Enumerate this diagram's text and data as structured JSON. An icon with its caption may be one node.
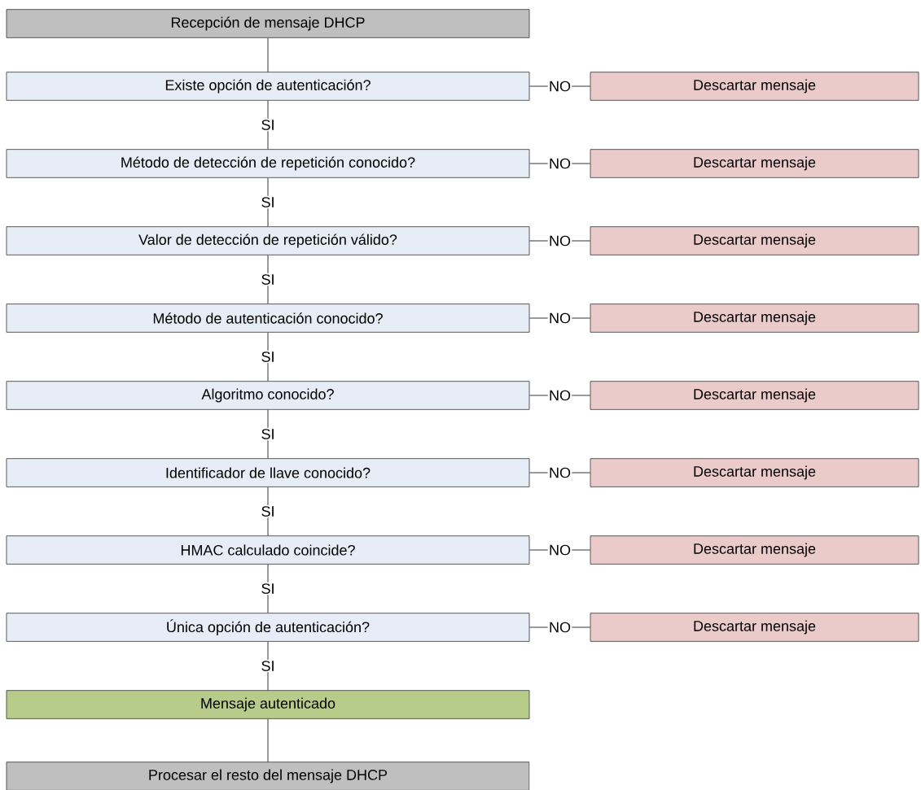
{
  "diagram": {
    "nodes": [
      {
        "text": [
          "Recepción de mensaje DHCP"
        ]
      },
      {
        "text": [
          "Existe opción de autenticación?"
        ]
      },
      {
        "text": [
          "Descartar mensaje"
        ]
      },
      {
        "text": [
          "Método de detección de repetición conocido?"
        ]
      },
      {
        "text": [
          "Descartar mensaje"
        ]
      },
      {
        "text": [
          "Valor de detección de repetición válido?"
        ]
      },
      {
        "text": [
          "Descartar mensaje"
        ]
      },
      {
        "text": [
          "Método de autenticación conocido?"
        ]
      },
      {
        "text": [
          "Descartar mensaje"
        ]
      },
      {
        "text": [
          "Algoritmo conocido?"
        ]
      },
      {
        "text": [
          "Descartar mensaje"
        ]
      },
      {
        "text": [
          "Identificador de llave conocido?"
        ]
      },
      {
        "text": [
          "Descartar mensaje"
        ]
      },
      {
        "text": [
          "HMAC calculado coincide?"
        ]
      },
      {
        "text": [
          "Descartar mensaje"
        ]
      },
      {
        "text": [
          "Única opción de autenticación?"
        ]
      },
      {
        "text": [
          "Descartar mensaje"
        ]
      },
      {
        "text": [
          "Mensaje autenticado"
        ]
      },
      {
        "text": [
          "Procesar el resto del mensaje DHCP"
        ]
      }
    ],
    "edges": [
      {
        "from": 0,
        "to": 1,
        "arrow": "none"
      },
      {
        "from": 1,
        "to": 2,
        "arrow": "none",
        "label": "NO"
      },
      {
        "from": 1,
        "to": 3,
        "arrow": "none",
        "label": "SI"
      },
      {
        "from": 3,
        "to": 4,
        "arrow": "none",
        "label": "NO"
      },
      {
        "from": 3,
        "to": 5,
        "arrow": "none",
        "label": "SI"
      },
      {
        "from": 5,
        "to": 6,
        "arrow": "none",
        "label": "NO"
      },
      {
        "from": 5,
        "to": 7,
        "arrow": "none",
        "label": "SI"
      },
      {
        "from": 7,
        "to": 8,
        "arrow": "none",
        "label": "NO"
      },
      {
        "from": 7,
        "to": 9,
        "arrow": "none",
        "label": "SI"
      },
      {
        "from": 9,
        "to": 10,
        "arrow": "none",
        "label": "NO"
      },
      {
        "from": 9,
        "to": 11,
        "arrow": "none",
        "label": "SI"
      },
      {
        "from": 11,
        "to": 12,
        "arrow": "none",
        "label": "NO"
      },
      {
        "from": 11,
        "to": 13,
        "arrow": "none",
        "label": "SI"
      },
      {
        "from": 13,
        "to": 14,
        "arrow": "none",
        "label": "NO"
      },
      {
        "from": 13,
        "to": 15,
        "arrow": "none",
        "label": "SI"
      },
      {
        "from": 15,
        "to": 16,
        "arrow": "none",
        "label": "NO"
      },
      {
        "from": 15,
        "to": 17,
        "arrow": "none",
        "label": "SI"
      },
      {
        "from": 17,
        "to": 18,
        "arrow": "none"
      }
    ]
  }
}
